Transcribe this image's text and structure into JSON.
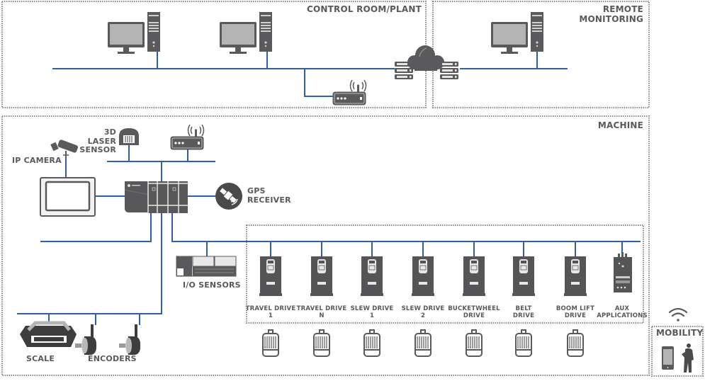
{
  "diagram": {
    "title": "Machine connectivity architecture",
    "colors": {
      "network_line": "#2f5fa8",
      "icon": "#5a5a5c",
      "icon_light": "#b4b4b4",
      "zone_border": "#8a8a8a",
      "label": "#58595b"
    },
    "zones": {
      "control_room": {
        "label": "CONTROL ROOM/PLANT"
      },
      "remote": {
        "label": "REMOTE\nMONITORING"
      },
      "machine": {
        "label": "MACHINE"
      },
      "mobility": {
        "label": "MOBILITY"
      }
    },
    "control_room": {
      "devices": [
        {
          "name": "workstation-1",
          "icon": "desktop-computer-icon"
        },
        {
          "name": "workstation-2",
          "icon": "desktop-computer-icon"
        },
        {
          "name": "wireless-router",
          "icon": "router-icon"
        },
        {
          "name": "server-stack",
          "icon": "server-icon"
        }
      ]
    },
    "cloud": {
      "icon": "cloud-icon"
    },
    "remote": {
      "devices": [
        {
          "name": "server-stack",
          "icon": "server-icon"
        },
        {
          "name": "remote-workstation",
          "icon": "desktop-computer-icon"
        }
      ]
    },
    "machine": {
      "ip_camera": {
        "label": "IP CAMERA",
        "icon": "security-camera-icon"
      },
      "laser_sensor": {
        "label": "3D LASER\nSENSOR",
        "icon": "laser-sensor-icon"
      },
      "router": {
        "icon": "router-icon"
      },
      "hmi": {
        "icon": "hmi-panel-icon"
      },
      "controller": {
        "icon": "plc-controller-icon"
      },
      "gps": {
        "label": "GPS\nRECEIVER",
        "icon": "satellite-icon"
      },
      "io": {
        "label": "I/O SENSORS",
        "icon": "io-module-icon"
      },
      "scale": {
        "label": "SCALE",
        "icon": "conveyor-scale-icon"
      },
      "encoders": {
        "label": "ENCODERS",
        "icon": "encoder-icon",
        "count": 2
      },
      "drives": [
        {
          "label": "TRAVEL DRIVE\n1",
          "icon": "vfd-drive-icon",
          "motor": true
        },
        {
          "label": "TRAVEL DRIVE\nN",
          "icon": "vfd-drive-icon",
          "motor": true
        },
        {
          "label": "SLEW DRIVE\n1",
          "icon": "vfd-drive-icon",
          "motor": true
        },
        {
          "label": "SLEW DRIVE\n2",
          "icon": "vfd-drive-icon",
          "motor": true
        },
        {
          "label": "BUCKETWHEEL\nDRIVE",
          "icon": "vfd-drive-icon",
          "motor": true
        },
        {
          "label": "BELT\nDRIVE",
          "icon": "vfd-drive-icon",
          "motor": true
        },
        {
          "label": "BOOM LIFT\nDRIVE",
          "icon": "vfd-drive-icon",
          "motor": true
        },
        {
          "label": "AUX\nAPPLICATIONS",
          "icon": "aux-module-icon",
          "motor": false
        }
      ]
    },
    "mobility": {
      "icons": [
        "wifi-icon",
        "smartphone-icon",
        "person-icon"
      ]
    }
  }
}
